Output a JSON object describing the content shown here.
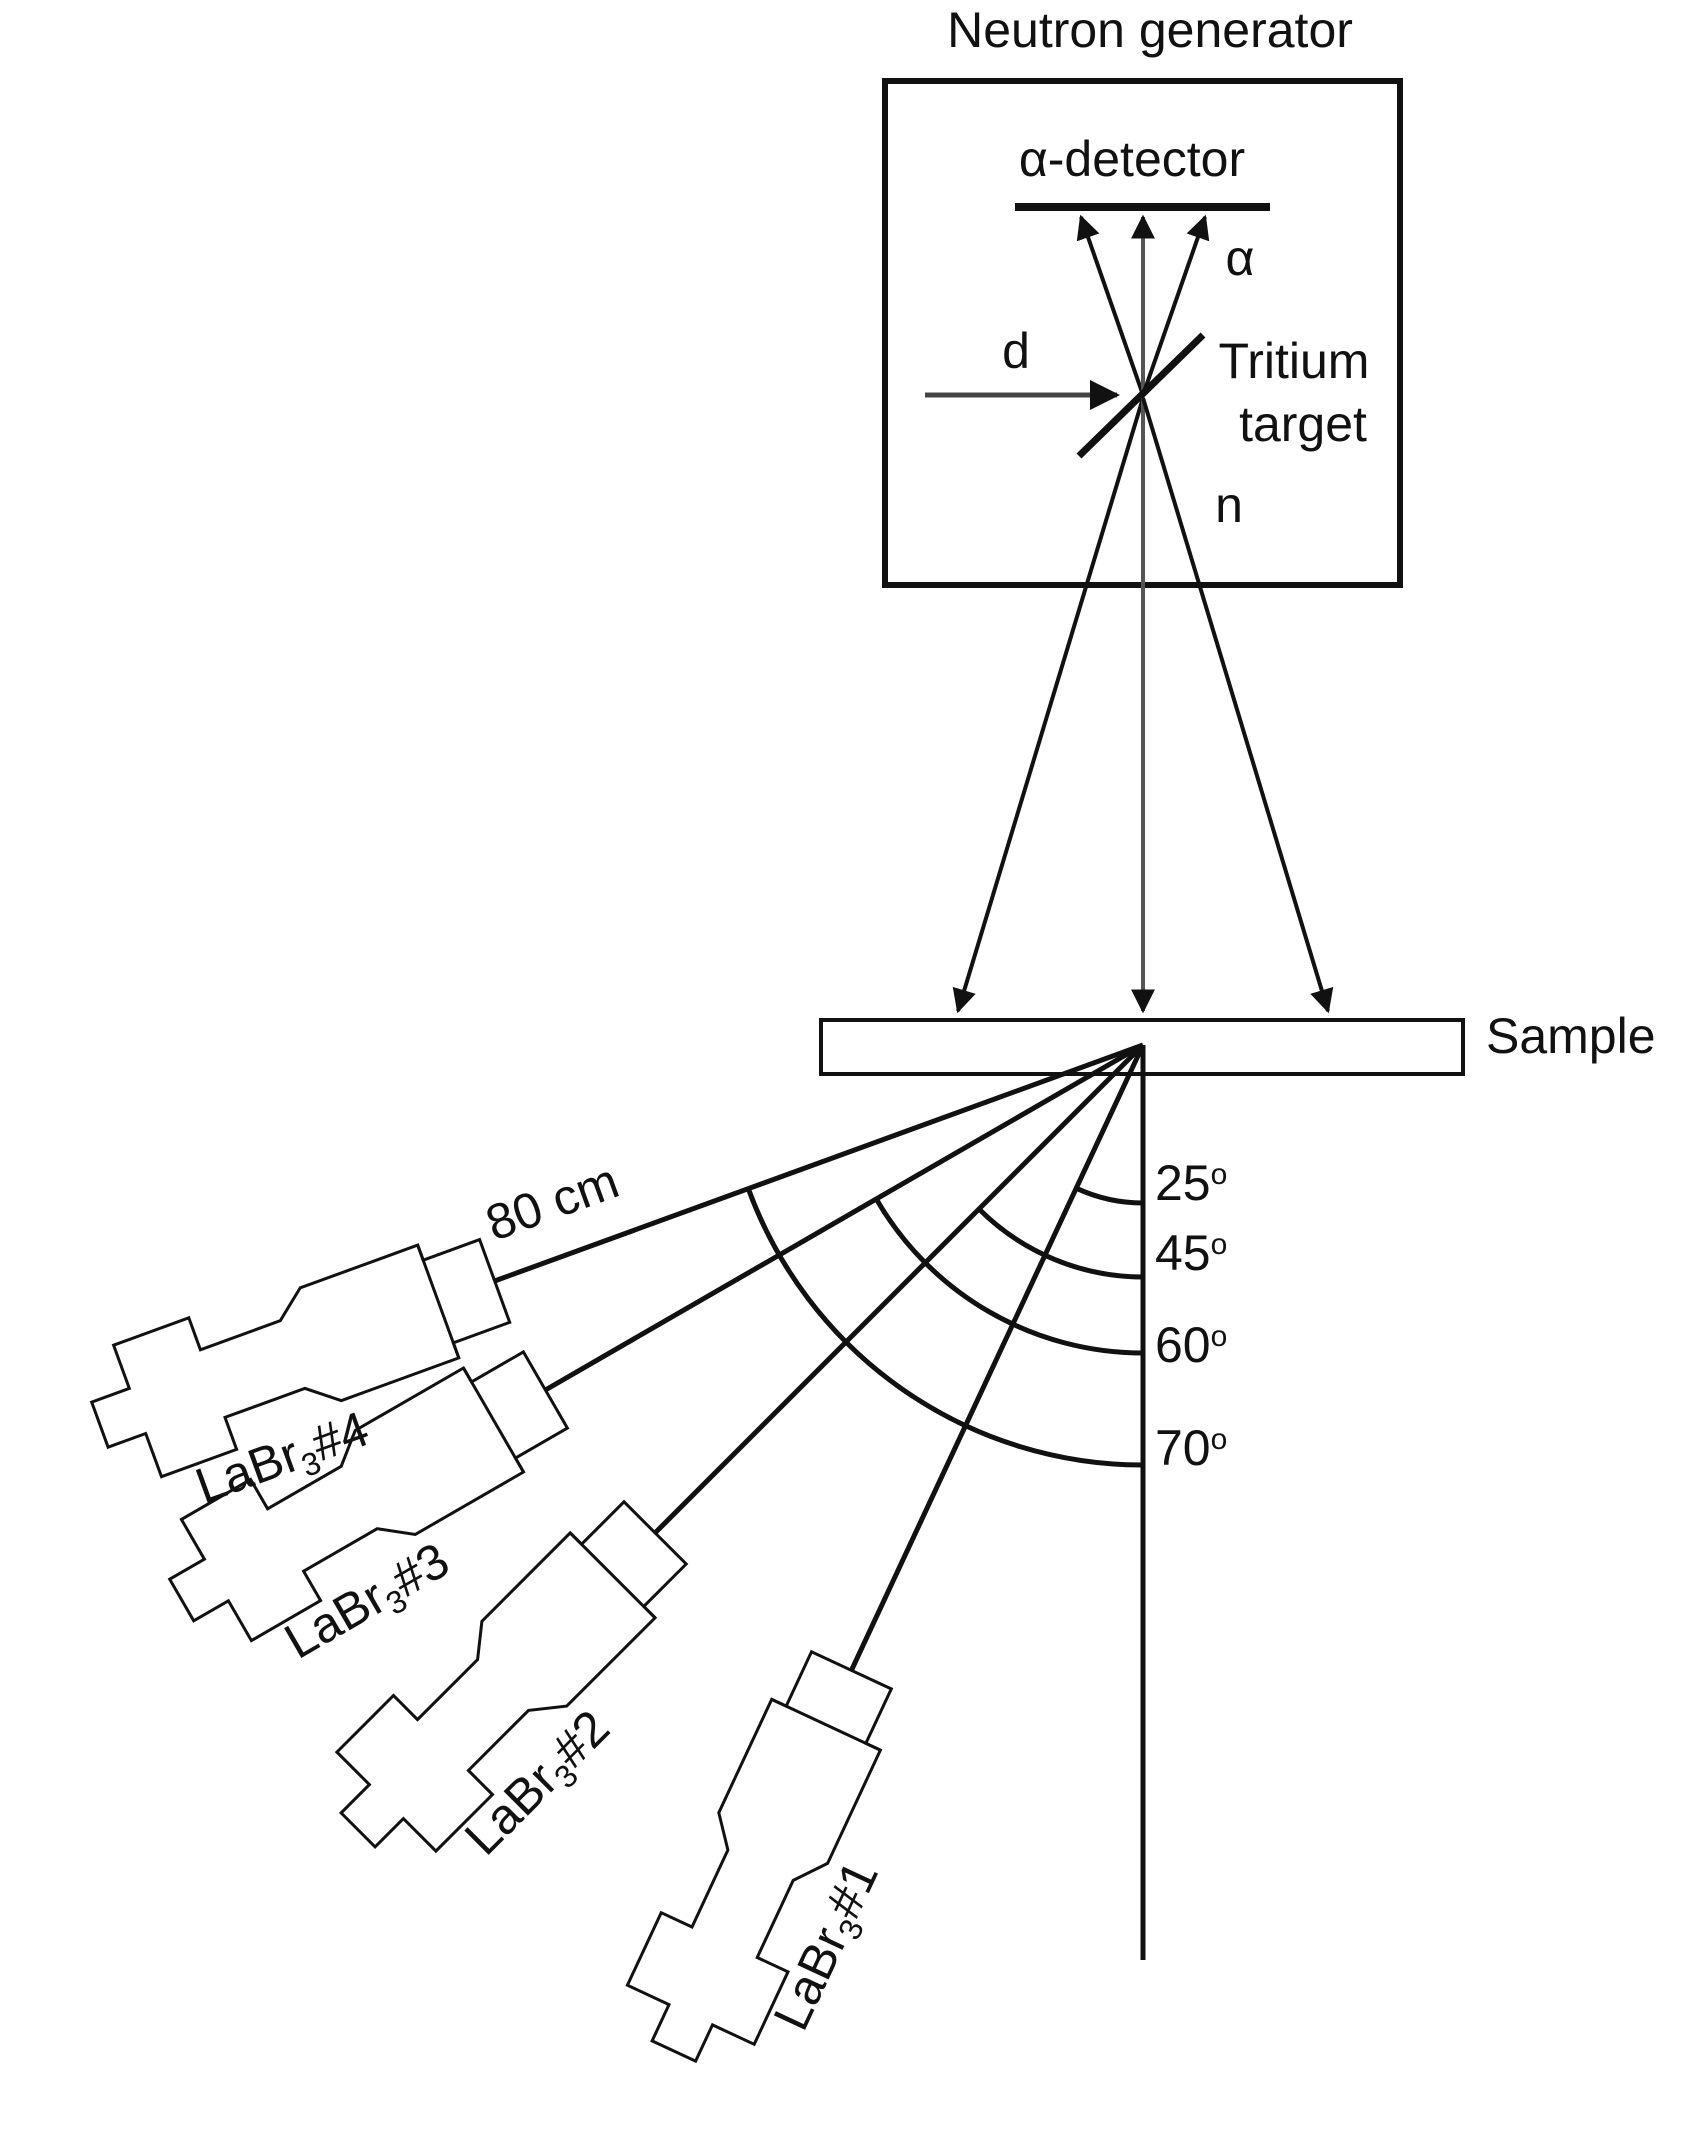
{
  "title": "Neutron generator",
  "labels": {
    "alpha_detector": "α-detector",
    "alpha": "α",
    "deuteron": "d",
    "tritium_line1": "Tritium",
    "tritium_line2": "target",
    "neutron": "n",
    "sample": "Sample",
    "distance": "80 cm"
  },
  "angles": [
    {
      "value": 25,
      "label": "25",
      "unit": "o"
    },
    {
      "value": 45,
      "label": "45",
      "unit": "o"
    },
    {
      "value": 60,
      "label": "60",
      "unit": "o"
    },
    {
      "value": 70,
      "label": "70",
      "unit": "o"
    }
  ],
  "detectors": [
    {
      "prefix": "LaBr",
      "sub": "3",
      "suffix": "#1",
      "angle": 25
    },
    {
      "prefix": "LaBr",
      "sub": "3",
      "suffix": "#2",
      "angle": 45
    },
    {
      "prefix": "LaBr",
      "sub": "3",
      "suffix": "#3",
      "angle": 60
    },
    {
      "prefix": "LaBr",
      "sub": "3",
      "suffix": "#4",
      "angle": 70
    }
  ],
  "colors": {
    "ink": "#111111",
    "background": "#ffffff"
  }
}
